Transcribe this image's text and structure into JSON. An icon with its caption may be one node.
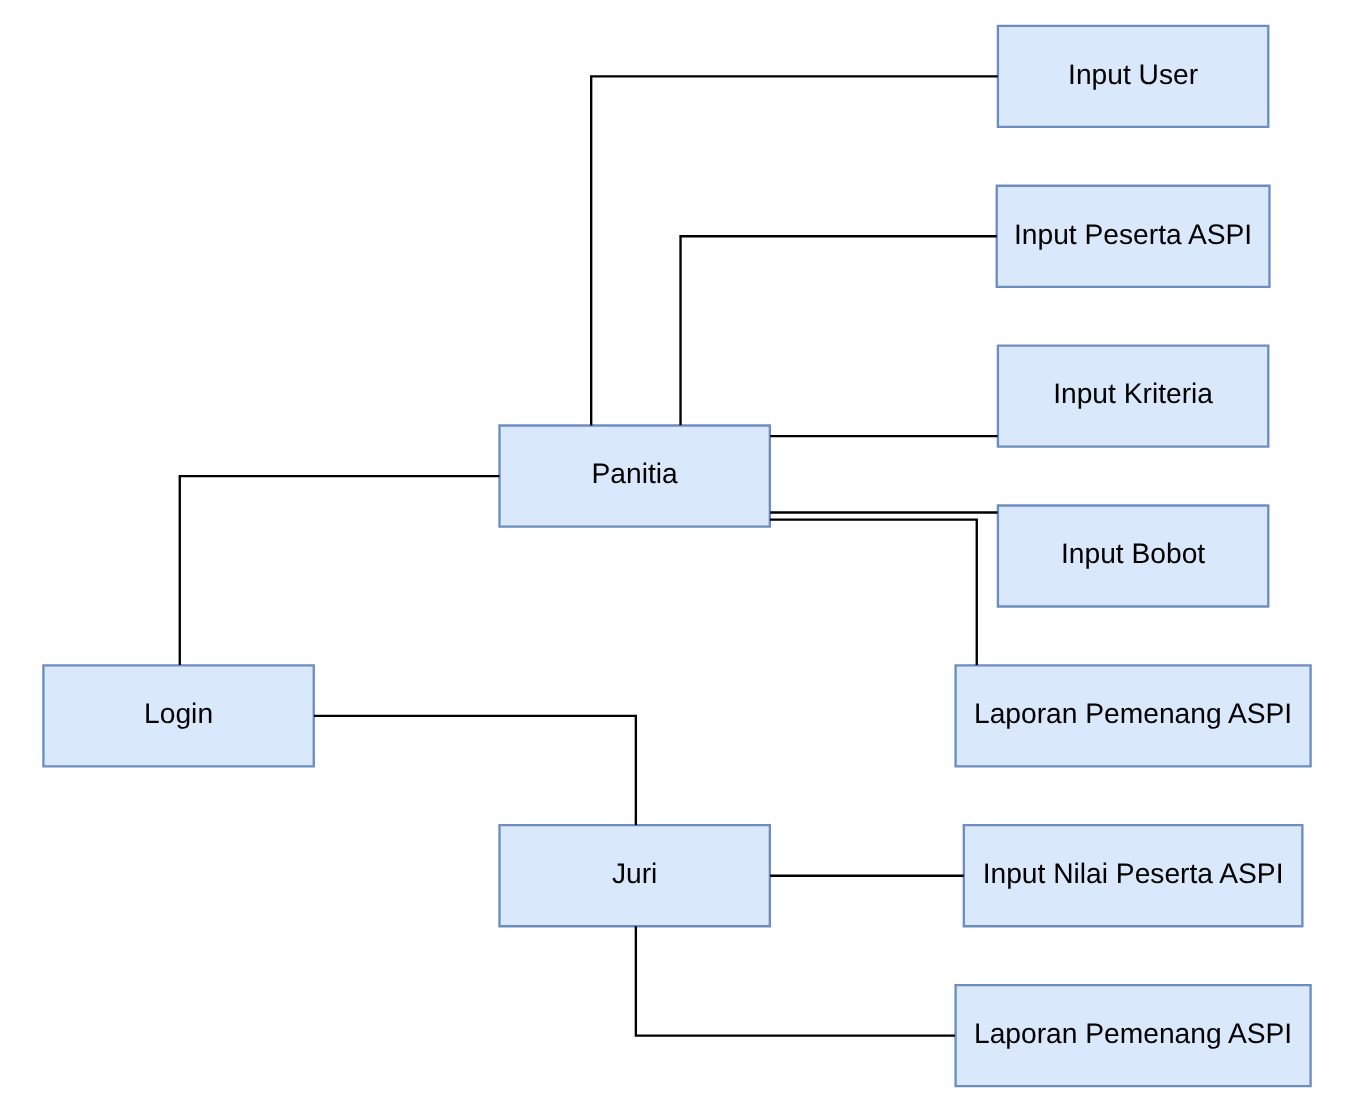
{
  "diagram": {
    "nodes": [
      {
        "text": [
          "Login"
        ]
      },
      {
        "text": [
          "Panitia"
        ]
      },
      {
        "text": [
          "Juri"
        ]
      },
      {
        "text": [
          "Input User"
        ]
      },
      {
        "text": [
          "Input Peserta ASPI"
        ]
      },
      {
        "text": [
          "Input Kriteria"
        ]
      },
      {
        "text": [
          "Input Bobot"
        ]
      },
      {
        "text": [
          "Laporan Pemenang ASPI"
        ]
      },
      {
        "text": [
          "Input Nilai Peserta ASPI"
        ]
      },
      {
        "text": [
          "Laporan Pemenang ASPI"
        ]
      }
    ],
    "edges": [
      {
        "from": 0,
        "to": 1,
        "arrow": "none"
      },
      {
        "from": 0,
        "to": 2,
        "arrow": "none"
      },
      {
        "from": 1,
        "to": 3,
        "arrow": "none"
      },
      {
        "from": 1,
        "to": 4,
        "arrow": "none"
      },
      {
        "from": 1,
        "to": 5,
        "arrow": "none"
      },
      {
        "from": 1,
        "to": 6,
        "arrow": "none"
      },
      {
        "from": 1,
        "to": 7,
        "arrow": "none"
      },
      {
        "from": 2,
        "to": 8,
        "arrow": "none"
      },
      {
        "from": 2,
        "to": 9,
        "arrow": "none"
      }
    ]
  }
}
